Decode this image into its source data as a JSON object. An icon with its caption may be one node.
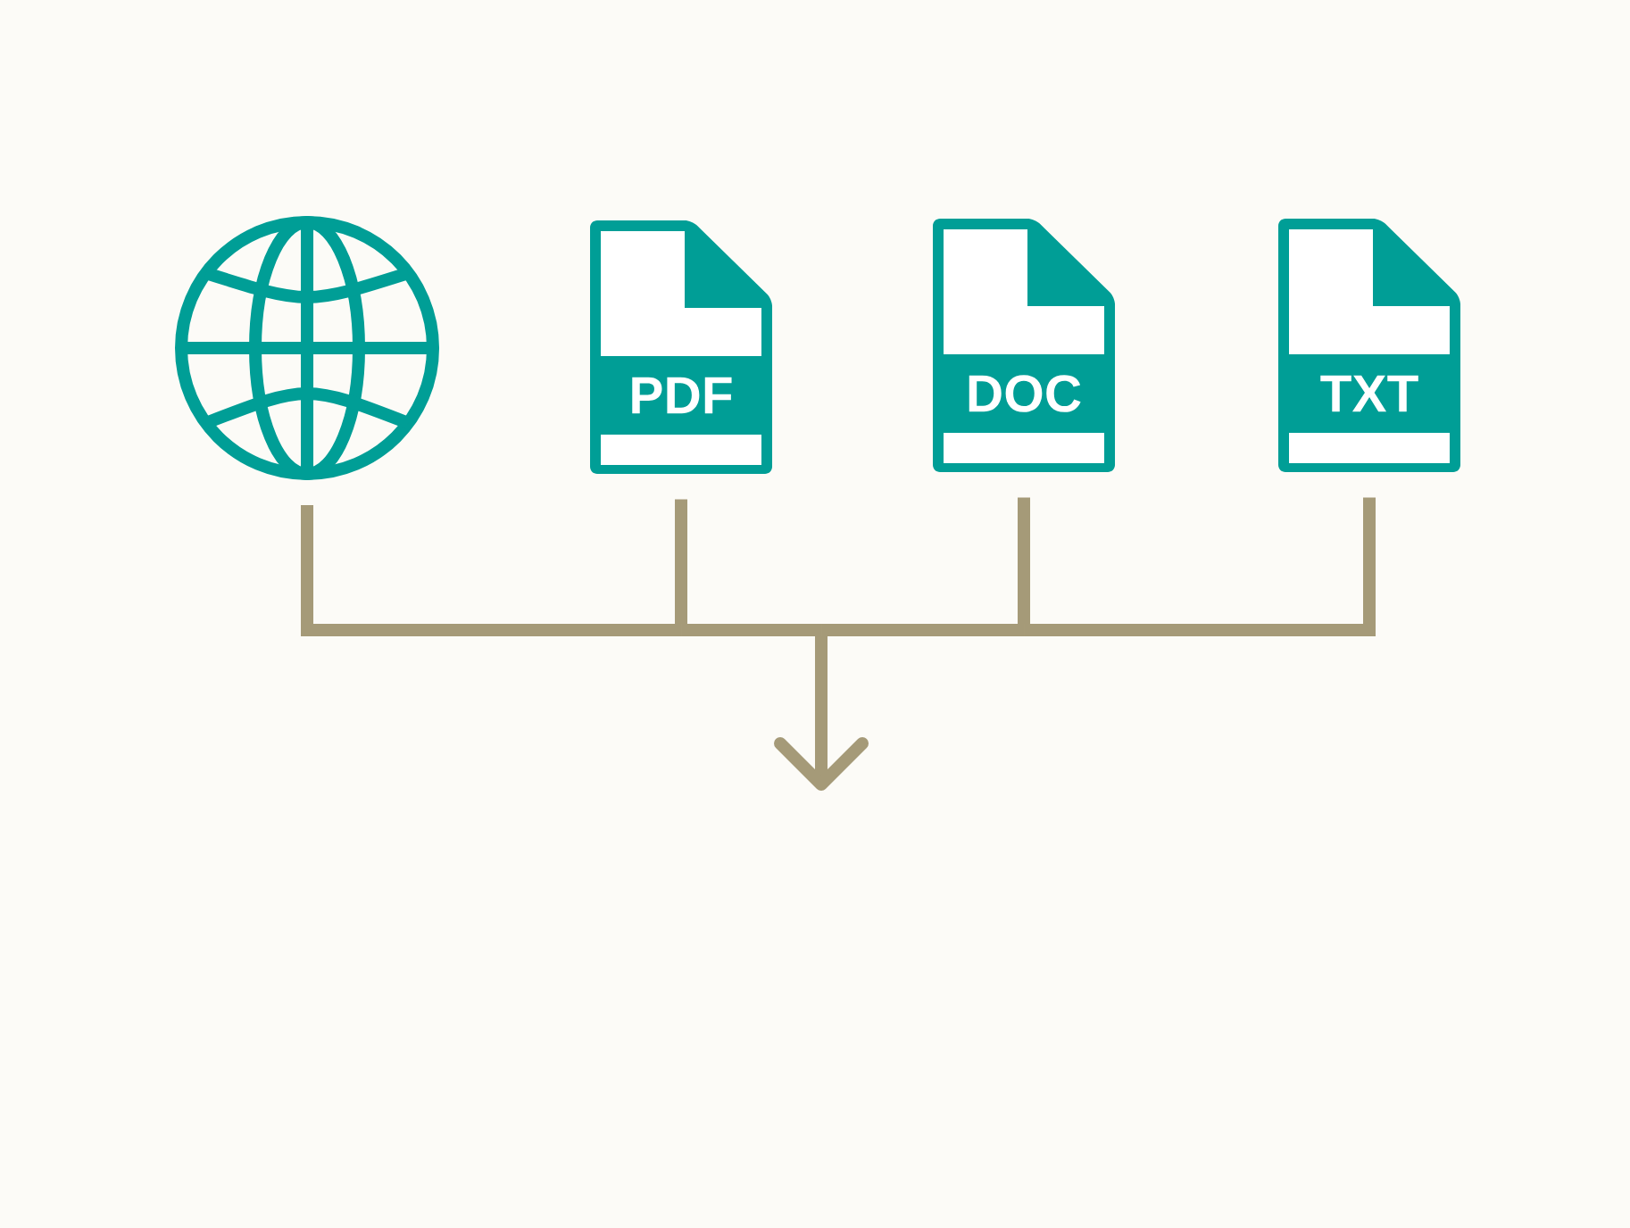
{
  "diagram": {
    "nodes": [
      {
        "text": [],
        "shape": "picture"
      },
      {
        "text": [
          "PDF"
        ]
      },
      {
        "text": [
          "DOC"
        ]
      },
      {
        "text": [
          "TXT"
        ]
      }
    ],
    "edges": [
      {
        "from": 0,
        "to": null,
        "arrow": "to"
      },
      {
        "from": 1,
        "to": null,
        "arrow": "to"
      },
      {
        "from": 2,
        "to": null,
        "arrow": "to"
      },
      {
        "from": 3,
        "to": null,
        "arrow": "to"
      }
    ]
  }
}
